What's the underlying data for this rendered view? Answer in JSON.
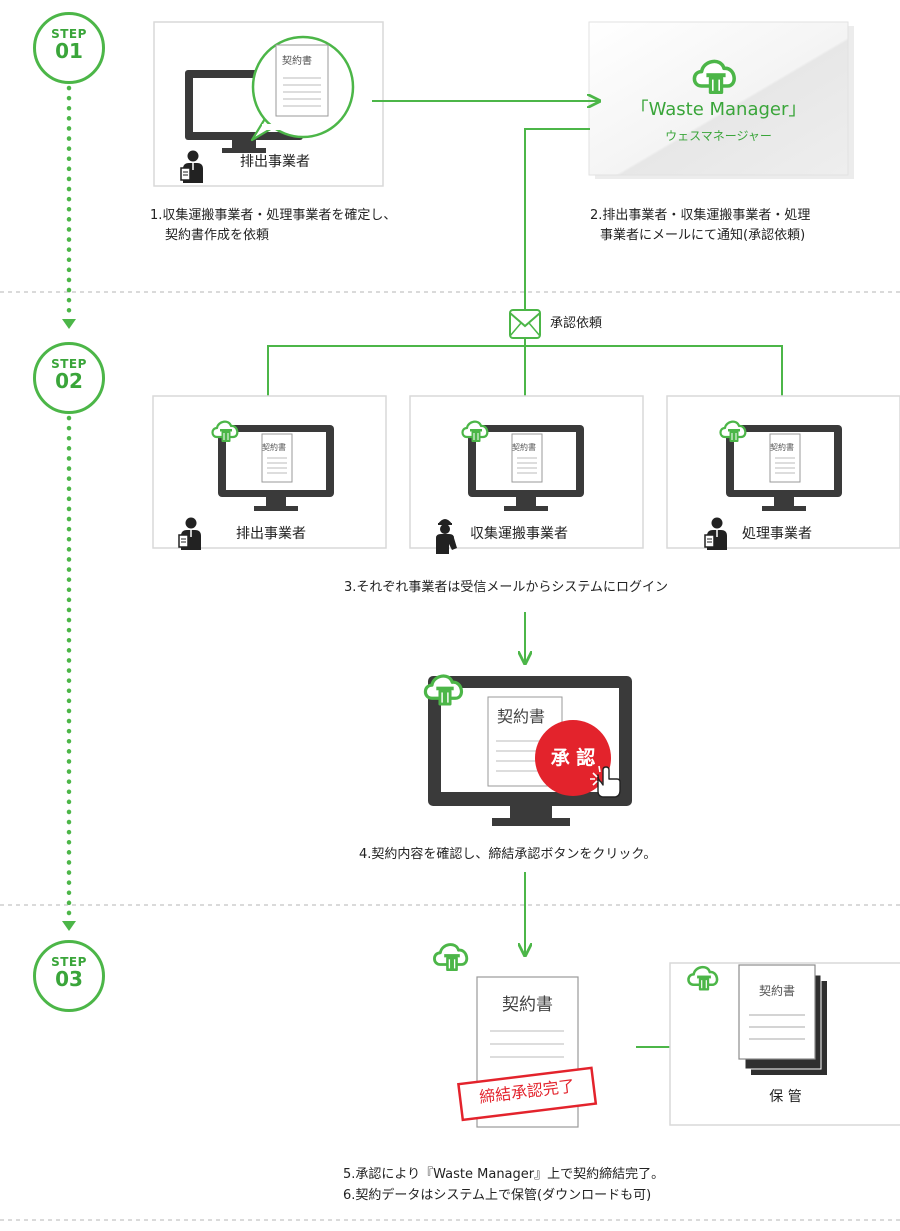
{
  "steps": [
    {
      "word": "STEP",
      "num": "01"
    },
    {
      "word": "STEP",
      "num": "02"
    },
    {
      "word": "STEP",
      "num": "03"
    }
  ],
  "doc_label": "契約書",
  "actors": {
    "emitter": "排出事業者",
    "collector": "収集運搬事業者",
    "processor": "処理事業者"
  },
  "wm": {
    "title": "「Waste Manager」",
    "kana": "ウェスマネージャー"
  },
  "captions": {
    "c1": [
      "1.収集運搬事業者・処理事業者を確定し、",
      "契約書作成を依頼"
    ],
    "c2": [
      "2.排出事業者・収集運搬事業者・処理",
      "事業者にメールにて通知(承認依頼)"
    ],
    "approval_request": "承認依頼",
    "c3": "3.それぞれ事業者は受信メールからシステムにログイン",
    "c4": "4.契約内容を確認し、締結承認ボタンをクリック。",
    "c5": [
      "5.承認により『Waste Manager』上で契約締結完了。",
      "6.契約データはシステム上で保管(ダウンロードも可)"
    ]
  },
  "approve_button": "承 認",
  "stamp": "締結承認完了",
  "storage_label": "保 管",
  "colors": {
    "green": "#4cb648",
    "monitor": "#3a3a3a",
    "red": "#e3232c",
    "box_border": "#d9d9d9",
    "dashed": "#b5b5b5"
  }
}
